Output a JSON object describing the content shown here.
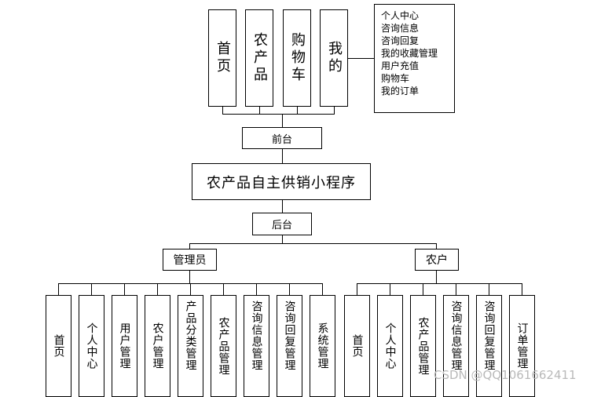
{
  "diagram": {
    "title": "农产品自主供销小程序",
    "frontend": {
      "label": "前台",
      "nodes": [
        "首页",
        "农产品",
        "购物车",
        "我的"
      ],
      "my_items": [
        "个人中心",
        "咨询信息",
        "咨询回复",
        "我的收藏管理",
        "用户充值",
        "购物车",
        "我的订单"
      ]
    },
    "backend": {
      "label": "后台",
      "admin": {
        "label": "管理员",
        "children": [
          "首页",
          "个人中心",
          "用户管理",
          "农户管理",
          "产品分类管理",
          "农产品管理",
          "咨询信息管理",
          "咨询回复管理",
          "系统管理"
        ]
      },
      "farmer": {
        "label": "农户",
        "children": [
          "首页",
          "个人中心",
          "农产品管理",
          "咨询信息管理",
          "咨询回复管理",
          "订单管理"
        ]
      }
    }
  },
  "watermark": "CSDN @QQ1061662411"
}
